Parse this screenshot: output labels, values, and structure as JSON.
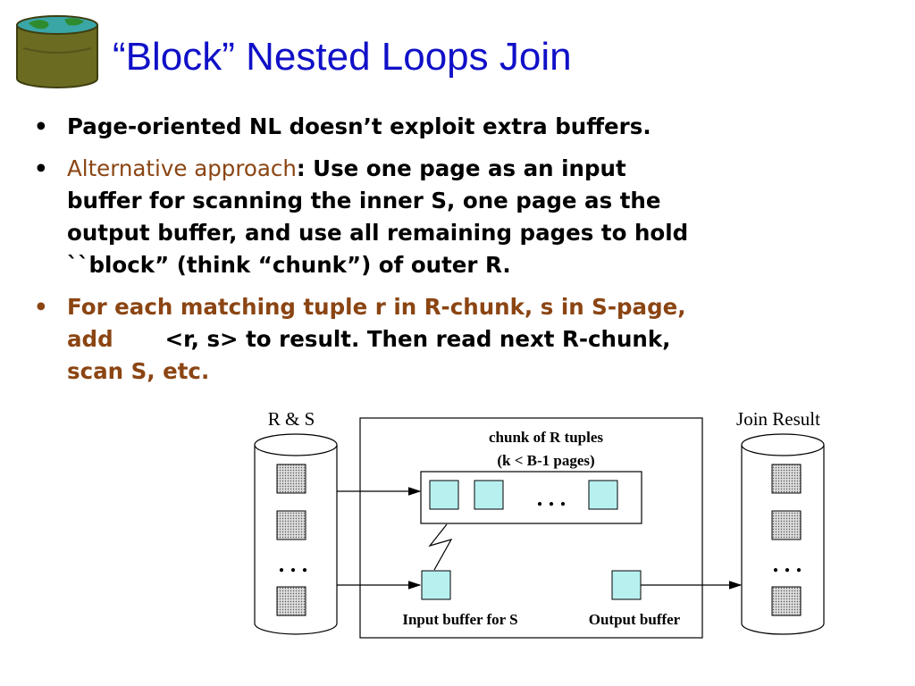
{
  "slide": {
    "title": "“Block” Nested Loops Join",
    "bullets": [
      {
        "text": "Page-oriented NL doesn’t exploit extra buffers."
      },
      {
        "label": "Alternative approach",
        "lines": [
          ": Use one page as an input",
          "buffer for scanning the inner S, one page as the",
          "output buffer, and use all remaining pages to hold",
          "``block” (think “chunk”) of outer R."
        ]
      },
      {
        "lines": [
          "For each matching tuple r in R-chunk, s in S-page,",
          "add",
          "<r, s> to result.  Then read next R-chunk,",
          "scan S, etc."
        ]
      }
    ]
  },
  "diagram": {
    "left_disk_label": "R & S",
    "right_disk_label": "Join Result",
    "chunk_label_line1": "chunk of R tuples",
    "chunk_label_line2": "(k < B-1 pages)",
    "input_buffer_label": "Input buffer for S",
    "output_buffer_label": "Output buffer",
    "ellipsis": ". . ."
  },
  "colors": {
    "title": "#1010c8",
    "alt_text": "#8b4513",
    "page_fill": "#b8f0f0"
  }
}
